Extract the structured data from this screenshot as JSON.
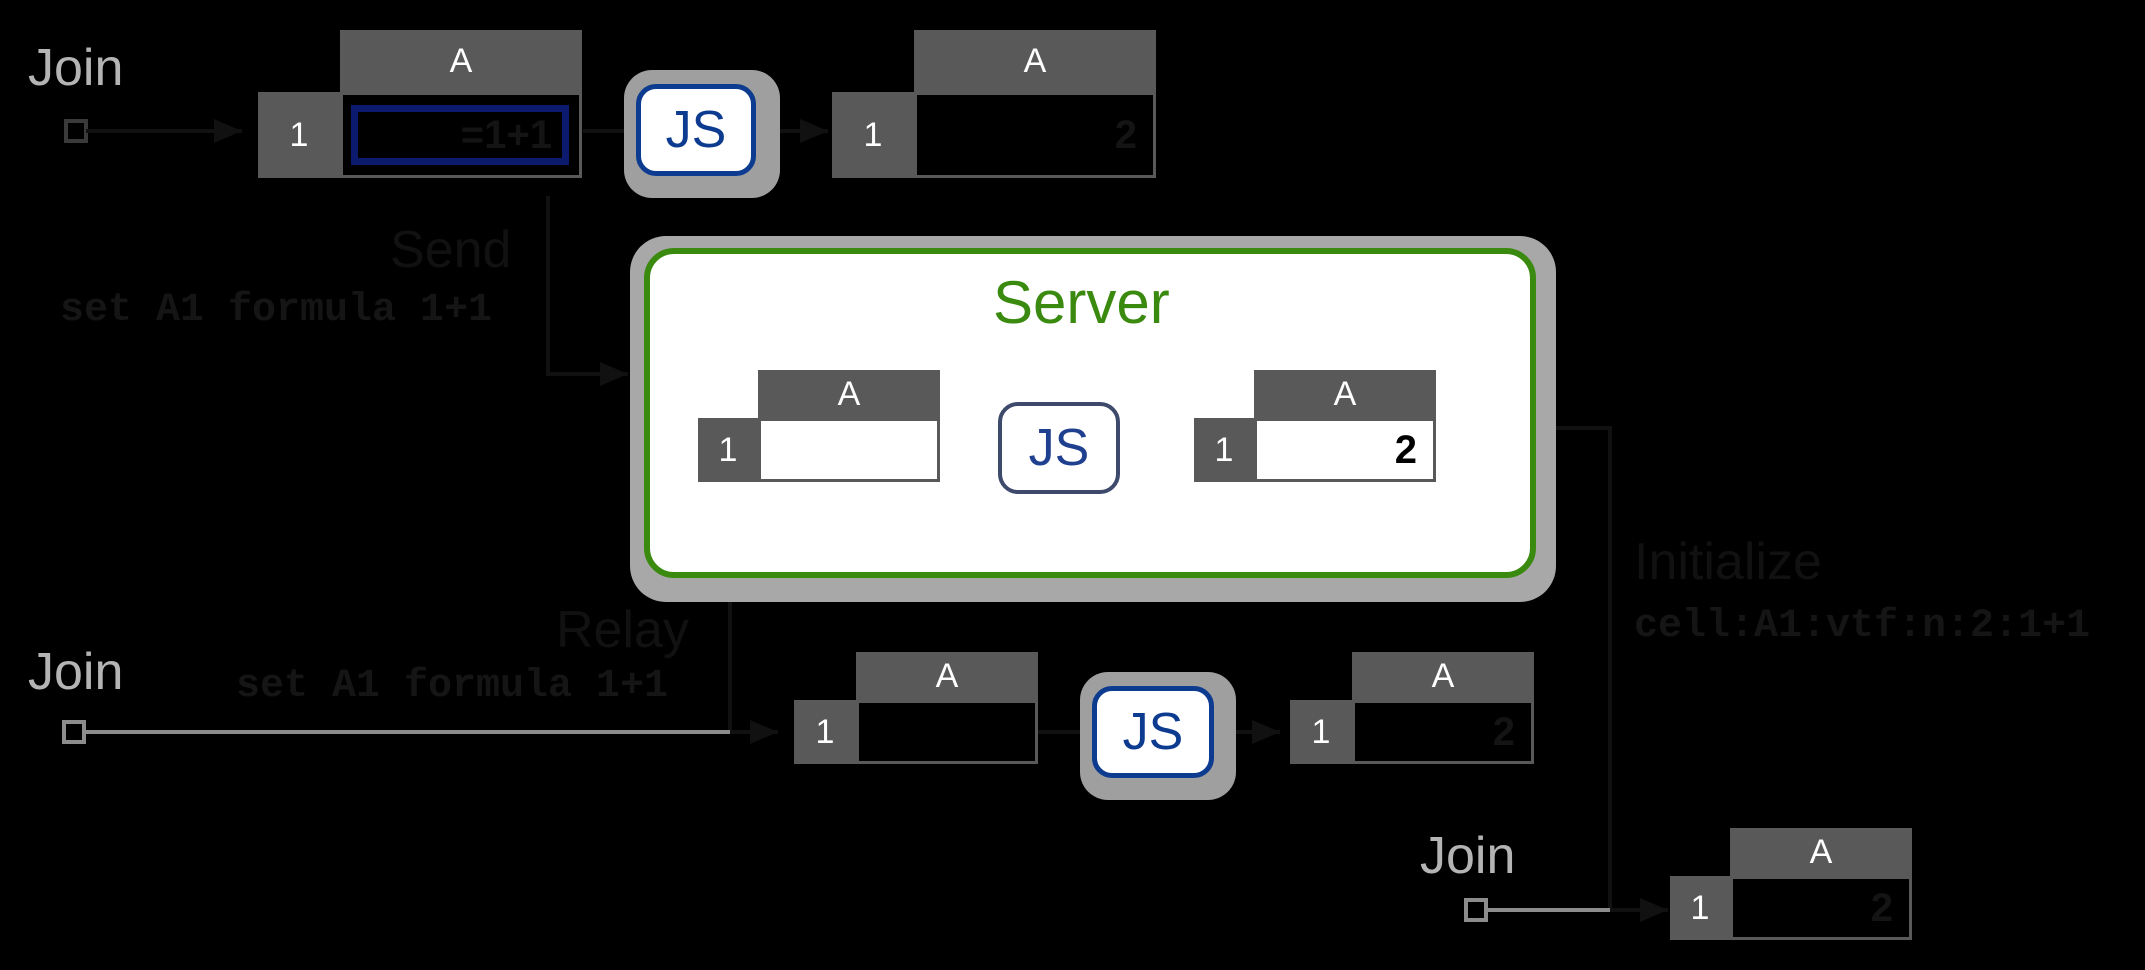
{
  "labels": {
    "join": "Join",
    "send": "Send",
    "relay": "Relay",
    "initialize": "Initialize",
    "server": "Server"
  },
  "commands": {
    "send_cmd": "set A1 formula 1+1",
    "relay_cmd": "set A1 formula 1+1",
    "init_cmd": "cell:A1:vtf:n:2:1+1"
  },
  "sheet": {
    "column": "A",
    "row": "1",
    "formula": "=1+1",
    "result": "2"
  },
  "js": "JS",
  "colors": {
    "background": "#000000",
    "header": "#595959",
    "js_blue": "#0c3b8f",
    "server_green": "#3a8a10",
    "halo_gray": "#a8a8a8"
  }
}
